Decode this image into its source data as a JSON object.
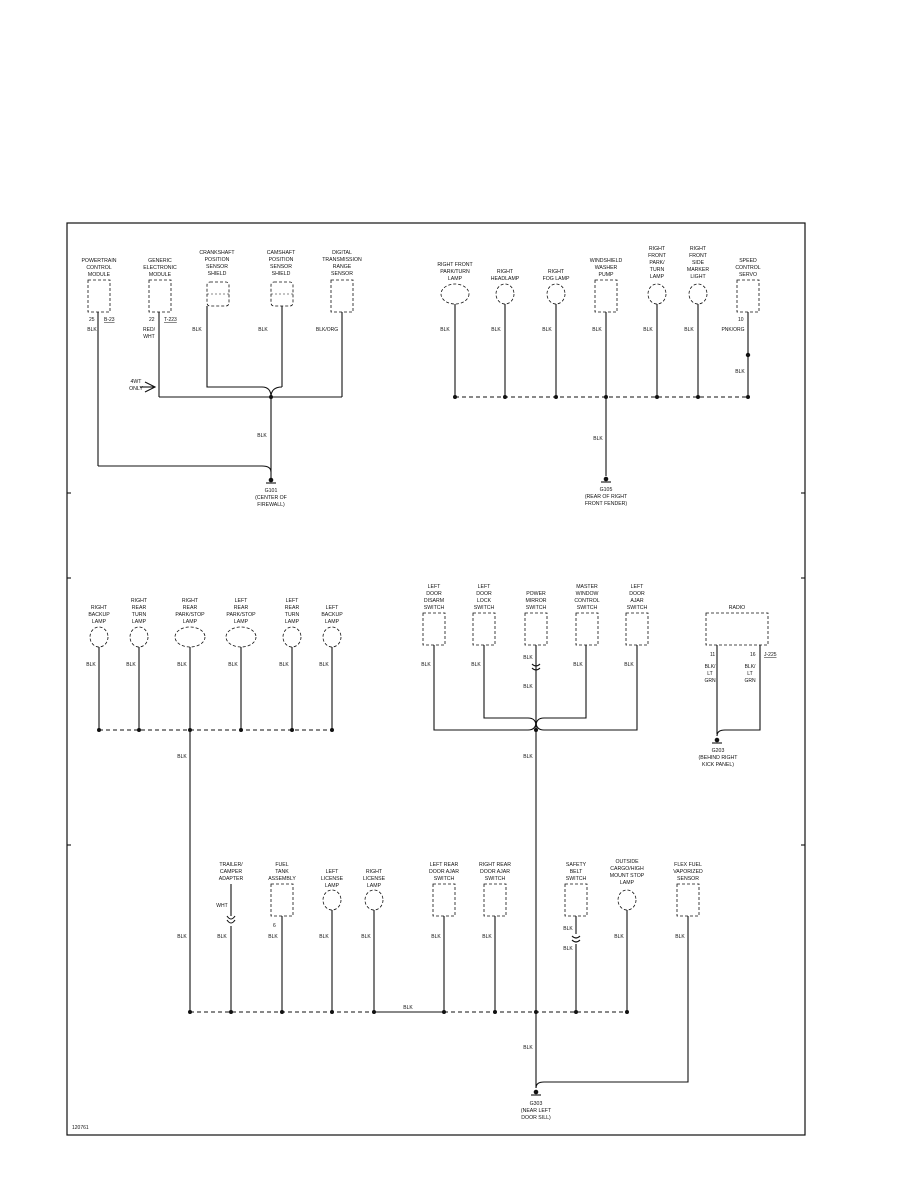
{
  "diagram": {
    "id_code": "120761",
    "components": {
      "pcm": [
        "POWERTRAIN",
        "CONTROL",
        "MODULE"
      ],
      "gem": [
        "GENERIC",
        "ELECTRONIC",
        "MODULE"
      ],
      "ckp": [
        "CRANKSHAFT",
        "POSITION",
        "SENSOR",
        "SHIELD"
      ],
      "cmp": [
        "CAMSHAFT",
        "POSITION",
        "SENSOR",
        "SHIELD"
      ],
      "dtr": [
        "DIGITAL",
        "TRANSMISSION",
        "RANGE",
        "SENSOR"
      ],
      "rf_park_turn": [
        "RIGHT FRONT",
        "PARK/TURN",
        "LAMP"
      ],
      "r_headlamp": [
        "RIGHT",
        "HEADLAMP"
      ],
      "r_fog": [
        "RIGHT",
        "FOG LAMP"
      ],
      "washer_pump": [
        "WINDSHIELD",
        "WASHER",
        "PUMP"
      ],
      "rf_park_turn2": [
        "RIGHT",
        "FRONT",
        "PARK/",
        "TURN",
        "LAMP"
      ],
      "rf_side_marker": [
        "RIGHT",
        "FRONT",
        "SIDE",
        "MARKER",
        "LIGHT"
      ],
      "speed_servo": [
        "SPEED",
        "CONTROL",
        "SERVO"
      ],
      "r_backup": [
        "RIGHT",
        "BACKUP",
        "LAMP"
      ],
      "rr_turn": [
        "RIGHT",
        "REAR",
        "TURN",
        "LAMP"
      ],
      "rr_parkstop": [
        "RIGHT",
        "REAR",
        "PARK/STOP",
        "LAMP"
      ],
      "lr_parkstop": [
        "LEFT",
        "REAR",
        "PARK/STOP",
        "LAMP"
      ],
      "lr_turn": [
        "LEFT",
        "REAR",
        "TURN",
        "LAMP"
      ],
      "l_backup": [
        "LEFT",
        "BACKUP",
        "LAMP"
      ],
      "ld_disarm": [
        "LEFT",
        "DOOR",
        "DISARM",
        "SWITCH"
      ],
      "ld_lock": [
        "LEFT",
        "DOOR",
        "LOCK",
        "SWITCH"
      ],
      "power_mirror": [
        "POWER",
        "MIRROR",
        "SWITCH"
      ],
      "master_window": [
        "MASTER",
        "WINDOW",
        "CONTROL",
        "SWITCH"
      ],
      "ld_ajar": [
        "LEFT",
        "DOOR",
        "AJAR",
        "SWITCH"
      ],
      "radio": [
        "RADIO"
      ],
      "trailer": [
        "TRAILER/",
        "CAMPER",
        "ADAPTER"
      ],
      "fuel_tank": [
        "FUEL",
        "TANK",
        "ASSEMBLY"
      ],
      "l_license": [
        "LEFT",
        "LICENSE",
        "LAMP"
      ],
      "r_license": [
        "RIGHT",
        "LICENSE",
        "LAMP"
      ],
      "lr_door_ajar": [
        "LEFT REAR",
        "DOOR AJAR",
        "SWITCH"
      ],
      "rr_door_ajar": [
        "RIGHT REAR",
        "DOOR AJAR",
        "SWITCH"
      ],
      "seat_belt": [
        "SAFETY",
        "BELT",
        "SWITCH"
      ],
      "cargo_lamp": [
        "OUTSIDE",
        "CARGO/HIGH",
        "MOUNT STOP",
        "LAMP"
      ],
      "flex_fuel": [
        "FLEX FUEL",
        "VAPORIZED",
        "SENSOR"
      ]
    },
    "grounds": {
      "g101": [
        "G101",
        "(CENTER OF",
        "FIREWALL)"
      ],
      "g105": [
        "G105",
        "(REAR OF RIGHT",
        "FRONT FENDER)"
      ],
      "g203": [
        "G203",
        "(BEHIND RIGHT",
        "KICK PANEL)"
      ],
      "g303": [
        "G303",
        "(NEAR LEFT",
        "DOOR SILL)"
      ]
    },
    "pins": {
      "pcm_pin": "25",
      "pcm_ref": "B-23",
      "gem_pin": "22",
      "gem_ref": "T-223",
      "servo_pin": "10",
      "radio_pin_a": "11",
      "radio_pin_b": "16",
      "radio_ref": "J-225",
      "fuel_pin": "6"
    },
    "wires": {
      "blk": "BLK",
      "red_wht": [
        "RED/",
        "WHT"
      ],
      "blk_org": "BLK/ORG",
      "pnk_org": "PNK/ORG",
      "blk_lt_grn": [
        "BLK/",
        "LT",
        "GRN"
      ],
      "wht": "WHT"
    },
    "note_4wt": [
      "4WT",
      "ONLY"
    ]
  }
}
